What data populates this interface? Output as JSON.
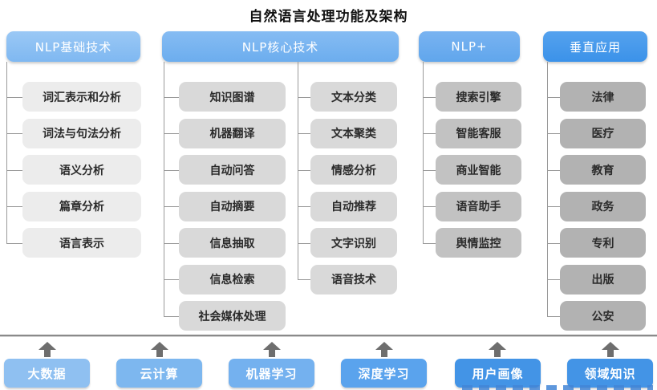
{
  "title": "自然语言处理功能及架构",
  "columns": [
    {
      "header": "NLP基础技术",
      "items": [
        "词汇表示和分析",
        "词法与句法分析",
        "语义分析",
        "篇章分析",
        "语言表示"
      ]
    },
    {
      "header": "NLP核心技术",
      "items_left": [
        "知识图谱",
        "机器翻译",
        "自动问答",
        "自动摘要",
        "信息抽取",
        "信息检索",
        "社会媒体处理"
      ],
      "items_right": [
        "文本分类",
        "文本聚类",
        "情感分析",
        "自动推荐",
        "文字识别",
        "语音技术"
      ]
    },
    {
      "header": "NLP+",
      "items": [
        "搜索引擎",
        "智能客服",
        "商业智能",
        "语音助手",
        "舆情监控"
      ]
    },
    {
      "header": "垂直应用",
      "items": [
        "法律",
        "医疗",
        "教育",
        "政务",
        "专利",
        "出版",
        "公安"
      ]
    }
  ],
  "foundation": {
    "items": [
      {
        "label": "大数据",
        "color": "#8fc0f1"
      },
      {
        "label": "云计算",
        "color": "#7db7ef"
      },
      {
        "label": "机器学习",
        "color": "#74b1ef"
      },
      {
        "label": "深度学习",
        "color": "#5aa3ed"
      },
      {
        "label": "用户画像",
        "color": "#4394e6"
      },
      {
        "label": "领域知识",
        "color": "#4394e6"
      }
    ]
  },
  "colors": {
    "header_basic": "#8cc0f3",
    "header_core": "#74b1f0",
    "header_plus": "#62a6ee",
    "header_vertical": "#3e96ec",
    "box_col1": "#ececec",
    "box_col2": "#d9d9d9",
    "box_col3": "#c2c2c2",
    "box_col4": "#b2b2b2",
    "connector": "#9a9a9a",
    "arrow": "#6e6e6e",
    "title_text": "#111111"
  }
}
